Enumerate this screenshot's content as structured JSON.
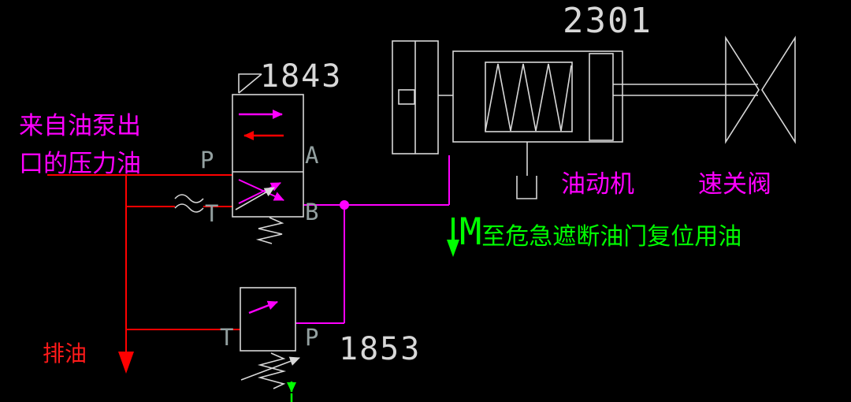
{
  "colors": {
    "background": "#000000",
    "line_white": "#d8d8d8",
    "line_magenta": "#ff00ff",
    "line_red": "#ff0000",
    "line_green": "#00ff00",
    "label_gray": "#93a0a0"
  },
  "labels": {
    "valve_top_id": "1843",
    "actuator_id": "2301",
    "valve_bottom_id": "1853",
    "pressure_oil_line1": "来自油泵出",
    "pressure_oil_line2": "口的压力油",
    "servomotor": "油动机",
    "quick_close_valve": "速关阀",
    "reset_oil_prefix": "M",
    "reset_oil_text": "至危急遮断油门复位用油",
    "drain": "排油"
  },
  "ports": {
    "valve_top": {
      "p": "P",
      "a": "A",
      "t": "T",
      "b": "B"
    },
    "valve_bottom": {
      "t": "T",
      "p": "P"
    }
  }
}
